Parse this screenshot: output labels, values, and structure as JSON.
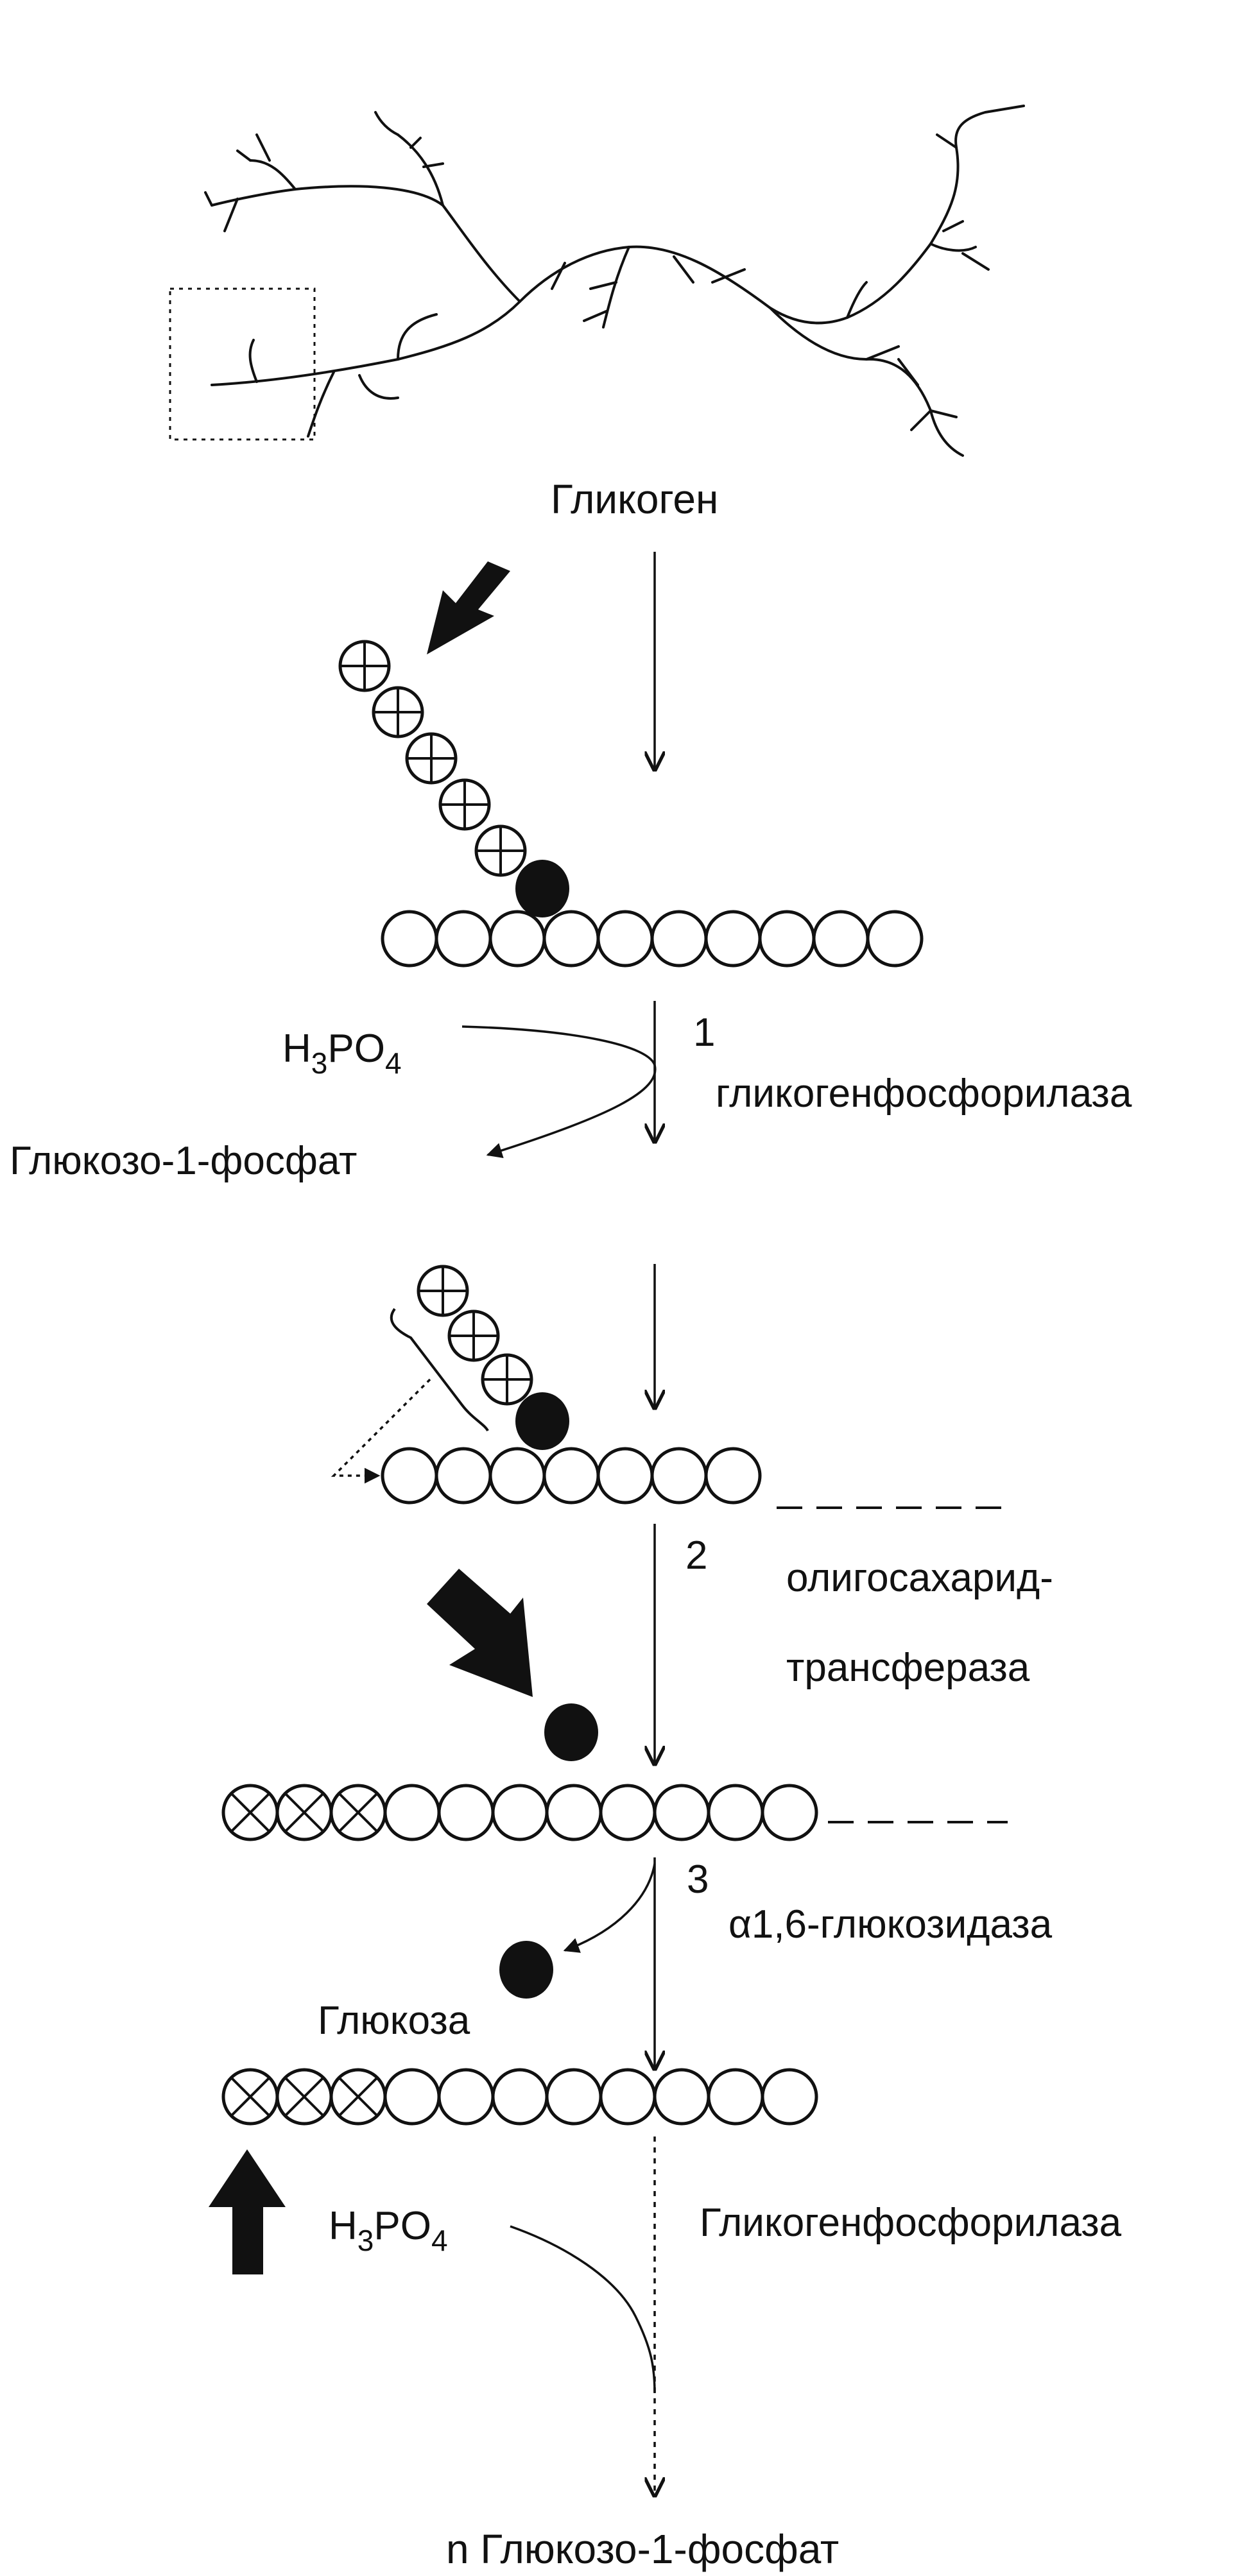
{
  "labels": {
    "glycogen": "Гликоген",
    "h3po4_1_main": "H",
    "h3po4_1_sub3": "3",
    "h3po4_1_po": "PO",
    "h3po4_1_sub4": "4",
    "step1_num": "1",
    "enzyme1": "гликогенфосфорилаза",
    "product1": "Глюкозо-1-фосфат",
    "step2_num": "2",
    "enzyme2_line1": "олигосахарид-",
    "enzyme2_line2": "трансфераза",
    "step3_num": "3",
    "enzyme3": "α1,6-глюкозидаза",
    "glucose": "Глюкоза",
    "h3po4_2_main": "H",
    "h3po4_2_sub3": "3",
    "h3po4_2_po": "PO",
    "h3po4_2_sub4": "4",
    "enzyme4": "Гликогенфосфорилаза",
    "product_final": "n Глюкозо-1-фосфат"
  },
  "icons": {
    "big_arrow": "bold-arrow-icon",
    "open_circle": "glucose-residue-icon",
    "crossed_circle": "crossed-glucose-residue-icon",
    "filled_circle": "branch-point-glucose-icon"
  },
  "colors": {
    "ink": "#111111",
    "background": "#ffffff"
  }
}
